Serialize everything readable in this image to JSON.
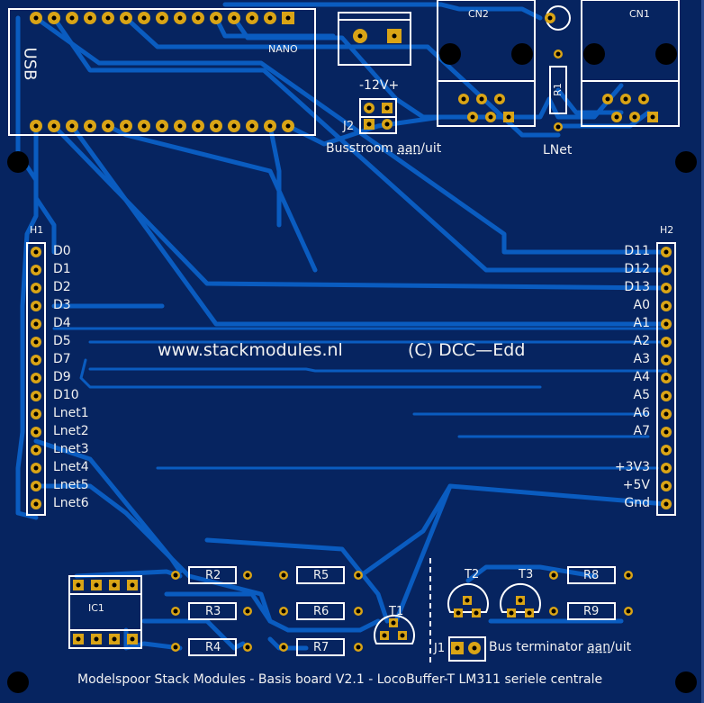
{
  "board": {
    "colors": {
      "substrate": "#062460",
      "trace": "#0a5cc0",
      "pad": "#d9a416",
      "silkscreen": "#ffffff"
    },
    "footer": "Modelspoor Stack Modules - Basis board V2.1 -  LocoBuffer-T LM311 seriele centrale",
    "url_text": "www.stackmodules.nl",
    "copyright": "(C) DCC—Edd"
  },
  "nano": {
    "label": "NANO",
    "usb": "USB"
  },
  "power": {
    "polarity": "-12V+",
    "ref": "J2",
    "caption_pre": "Busstroom ",
    "caption_u": "aan",
    "caption_post": "/uit"
  },
  "lnet": {
    "cn1": "CN1",
    "cn2": "CN2",
    "r1": "R1",
    "label": "LNet"
  },
  "h1": {
    "ref": "H1",
    "pins": [
      "D0",
      "D1",
      "D2",
      "D3",
      "D4",
      "D5",
      "D7",
      "D9",
      "D10",
      "Lnet1",
      "Lnet2",
      "Lnet3",
      "Lnet4",
      "Lnet5",
      "Lnet6"
    ]
  },
  "h2": {
    "ref": "H2",
    "pins": [
      "D11",
      "D12",
      "D13",
      "A0",
      "A1",
      "A2",
      "A3",
      "A4",
      "A5",
      "A6",
      "A7",
      "",
      "+3V3",
      "+5V",
      "Gnd"
    ]
  },
  "components": {
    "ic1": "IC1",
    "resistors": [
      "R2",
      "R3",
      "R4",
      "R5",
      "R6",
      "R7",
      "R8",
      "R9"
    ],
    "transistors": [
      "T1",
      "T2",
      "T3"
    ],
    "j1": "J1",
    "j1_pre": "Bus terminator ",
    "j1_u": "aan",
    "j1_post": "/uit"
  }
}
